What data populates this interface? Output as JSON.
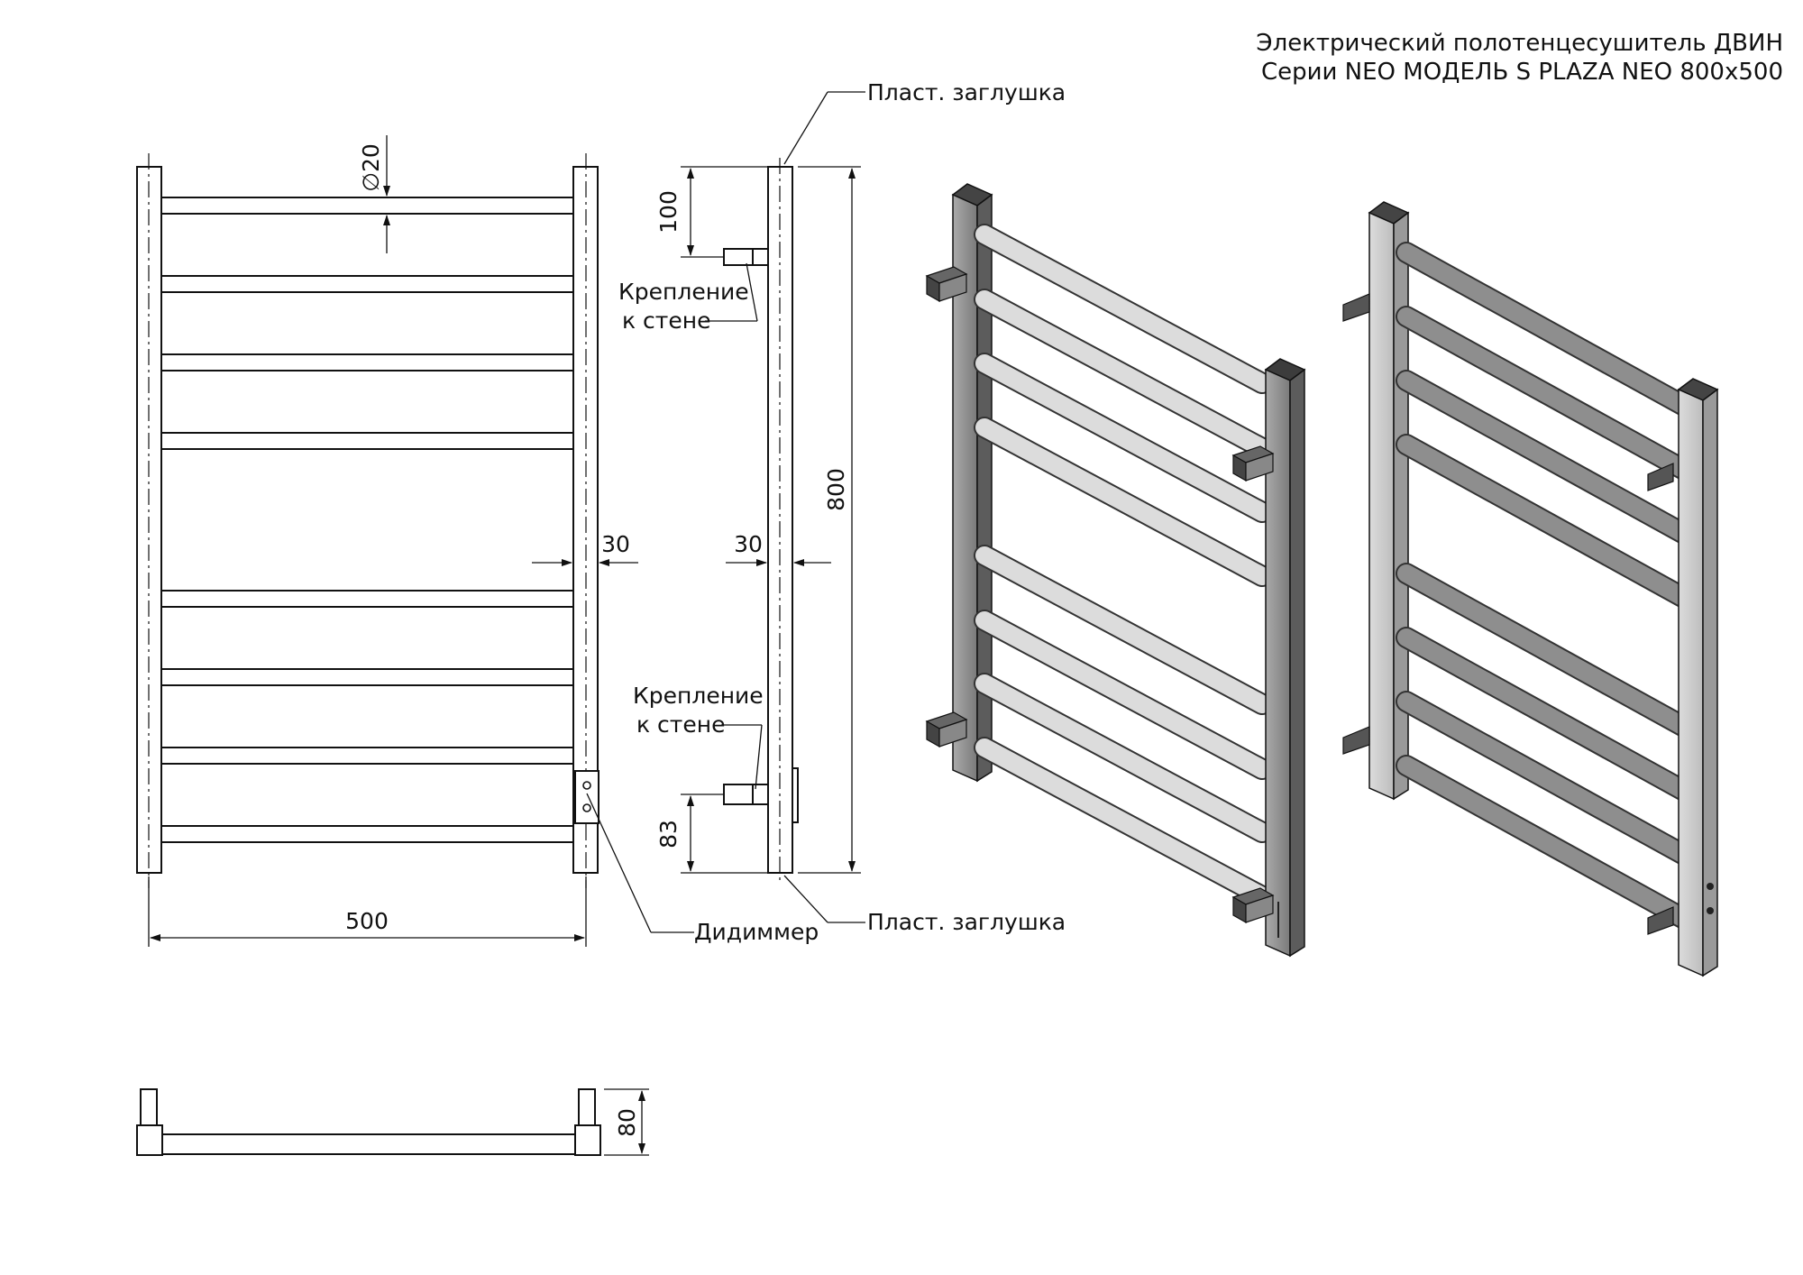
{
  "title": {
    "line1": "Электрический полотенцесушитель ДВИН",
    "line2": "Серии NEO МОДЕЛЬ S PLAZA NEO 800x500"
  },
  "dimensions": {
    "diameter": "∅20",
    "width": "500",
    "height": "800",
    "top_offset": "100",
    "bottom_offset": "83",
    "depth": "80",
    "frame_front": "30",
    "frame_side": "30"
  },
  "labels": {
    "cap_top": "Пласт. заглушка",
    "cap_bottom": "Пласт. заглушка",
    "mount_top_l1": "Крепление",
    "mount_top_l2": "к стене",
    "mount_bottom_l1": "Крепление",
    "mount_bottom_l2": "к стене",
    "dimmer": "Дидиммер"
  },
  "colors": {
    "line": "#111111",
    "frame_dark": "#8a8a8a",
    "frame_light": "#d4d4d4",
    "bar_light": "#cfcfcf",
    "bar_dark": "#8c8c8c"
  }
}
